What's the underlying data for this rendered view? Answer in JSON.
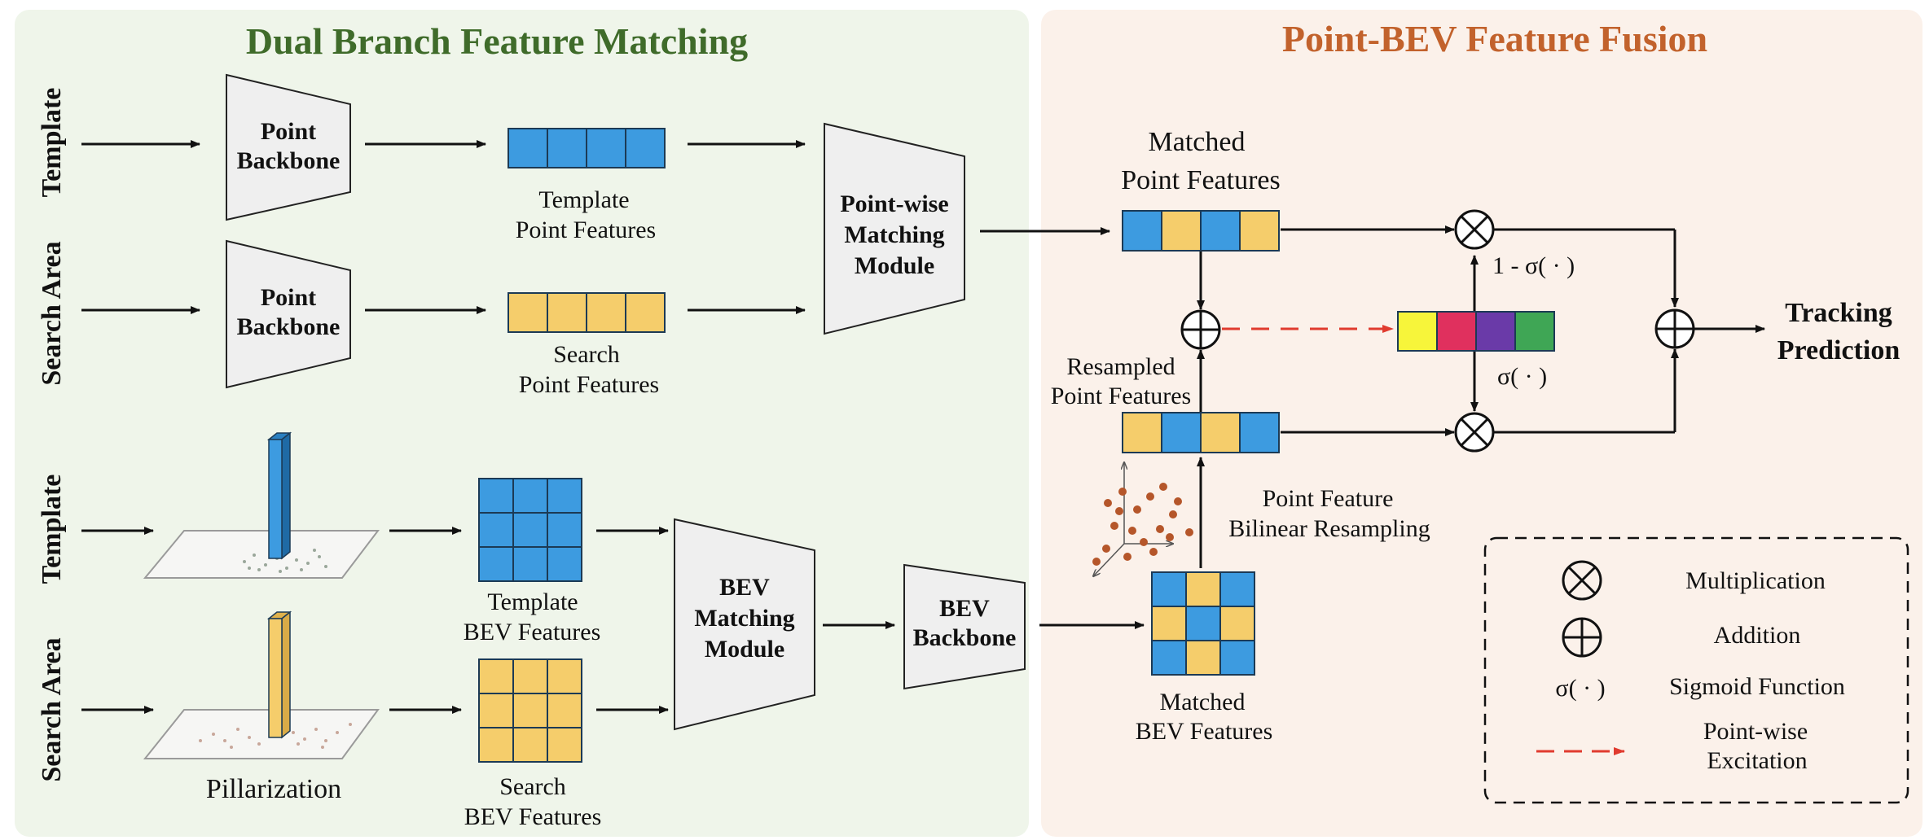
{
  "left_panel": {
    "title": "Dual Branch Feature Matching",
    "title_color": "#3f6b2a",
    "background": "#eff5ea"
  },
  "right_panel": {
    "title": "Point-BEV Feature Fusion",
    "title_color": "#c2622c",
    "background": "#fbf1ea"
  },
  "row_labels": {
    "template_top": "Template",
    "search_top": "Search Area",
    "template_bottom": "Template",
    "search_bottom": "Search Area"
  },
  "modules": {
    "point_backbone": [
      "Point",
      "Backbone"
    ],
    "point_matching": [
      "Point-wise",
      "Matching",
      "Module"
    ],
    "bev_matching": [
      "BEV",
      "Matching",
      "Module"
    ],
    "bev_backbone": [
      "BEV",
      "Backbone"
    ]
  },
  "features": {
    "template_point": [
      "Template",
      "Point Features"
    ],
    "search_point": [
      "Search",
      "Point Features"
    ],
    "template_bev": [
      "Template",
      "BEV Features"
    ],
    "search_bev": [
      "Search",
      "BEV Features"
    ],
    "matched_point": [
      "Matched",
      "Point Features"
    ],
    "resampled_point": [
      "Resampled",
      "Point Features"
    ],
    "matched_bev": [
      "Matched",
      "BEV Features"
    ],
    "pillarization": "Pillarization"
  },
  "fusion": {
    "one_minus_sigma": "1 - σ( · )",
    "sigma": "σ( · )",
    "resampling": [
      "Point Feature",
      "Bilinear Resampling"
    ],
    "output": [
      "Tracking",
      "Prediction"
    ]
  },
  "legend": {
    "multiplication": "Multiplication",
    "addition": "Addition",
    "sigma_symbol": "σ( · )",
    "sigmoid": "Sigmoid Function",
    "excitation": [
      "Point-wise",
      "Excitation"
    ]
  },
  "colors": {
    "template_feature": "#3d9be0",
    "search_feature": "#f5cd6b",
    "excitation_arrow": "#e03b2f",
    "excitation_cells": [
      "#f7f53a",
      "#e0305e",
      "#6a3aa8",
      "#3fa655"
    ],
    "scatter_points": "#b5562a"
  }
}
